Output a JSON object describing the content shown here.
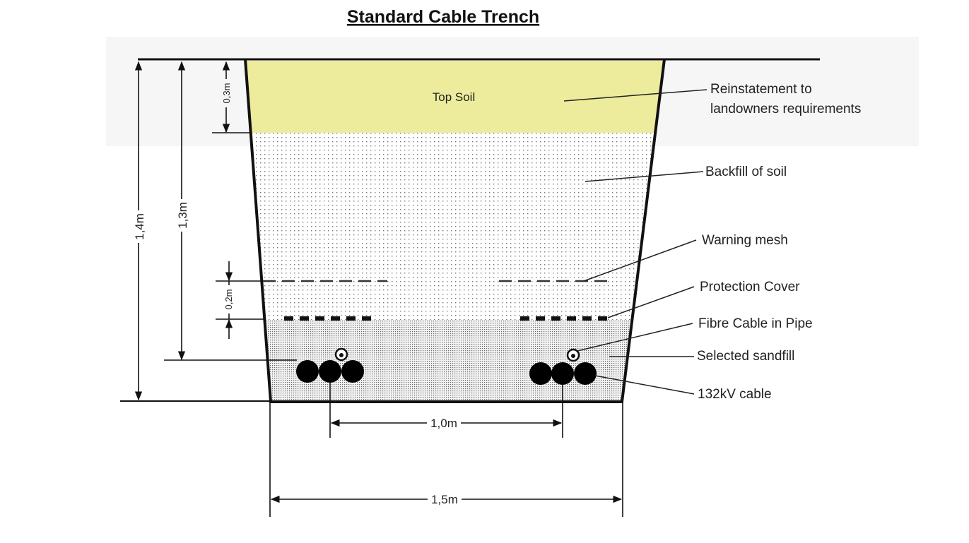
{
  "title": "Standard Cable Trench",
  "layers": {
    "top_soil": "Top Soil"
  },
  "callouts": [
    "Reinstatement to",
    "landowners requirements",
    "Backfill of soil",
    "Warning mesh",
    "Protection Cover",
    "Fibre Cable in Pipe",
    "Selected sandfill",
    "132kV cable"
  ],
  "dimensions": {
    "total_depth": "1,4m",
    "cable_depth": "1,3m",
    "topsoil_depth": "0,3m",
    "mesh_spacing": "0,2m",
    "cable_spacing": "1,0m",
    "bottom_width": "1,5m"
  },
  "colors": {
    "topsoil": "#ecec9c",
    "line": "#111111"
  }
}
